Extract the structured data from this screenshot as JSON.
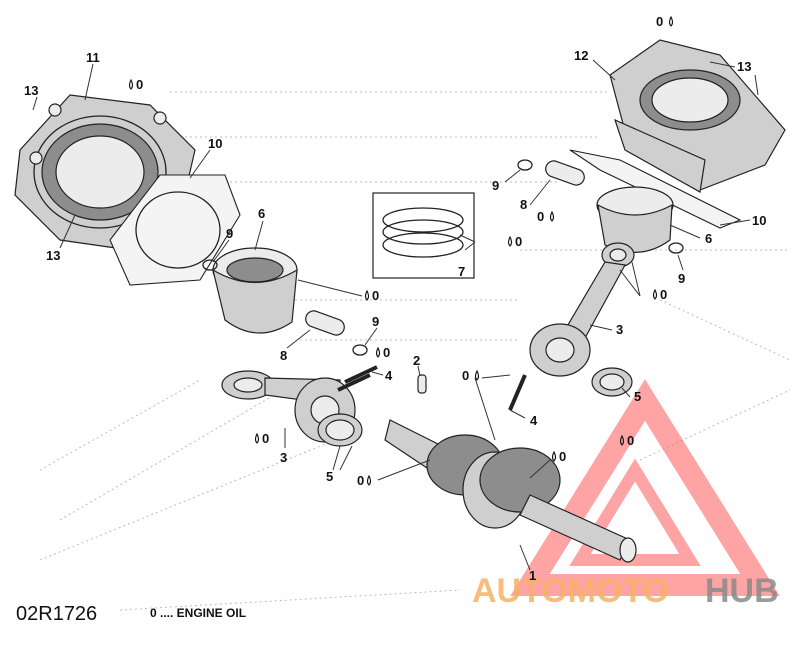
{
  "diagram": {
    "code": "02R1726",
    "legend": "0 .... ENGINE OIL",
    "watermark": {
      "word_a": "AUTOMOTO",
      "word_b": "HUB",
      "color_a": "#f7b267",
      "color_b": "#8a8a8a",
      "triangle_color": "#ff5a5a"
    },
    "oil_symbol": "0",
    "callouts": {
      "c11": "11",
      "c13a": "13",
      "c13b": "13",
      "c10a": "10",
      "c6a": "6",
      "c9a": "9",
      "c8a": "8",
      "c9b": "9",
      "c2": "2",
      "c4a": "4",
      "c3a": "3",
      "c5a": "5",
      "c7": "7",
      "c12": "12",
      "c13c": "13",
      "c9c": "9",
      "c8b": "8",
      "c10b": "10",
      "c6b": "6",
      "c9d": "9",
      "c3b": "3",
      "c4b": "4",
      "c5b": "5",
      "c1": "1"
    }
  }
}
